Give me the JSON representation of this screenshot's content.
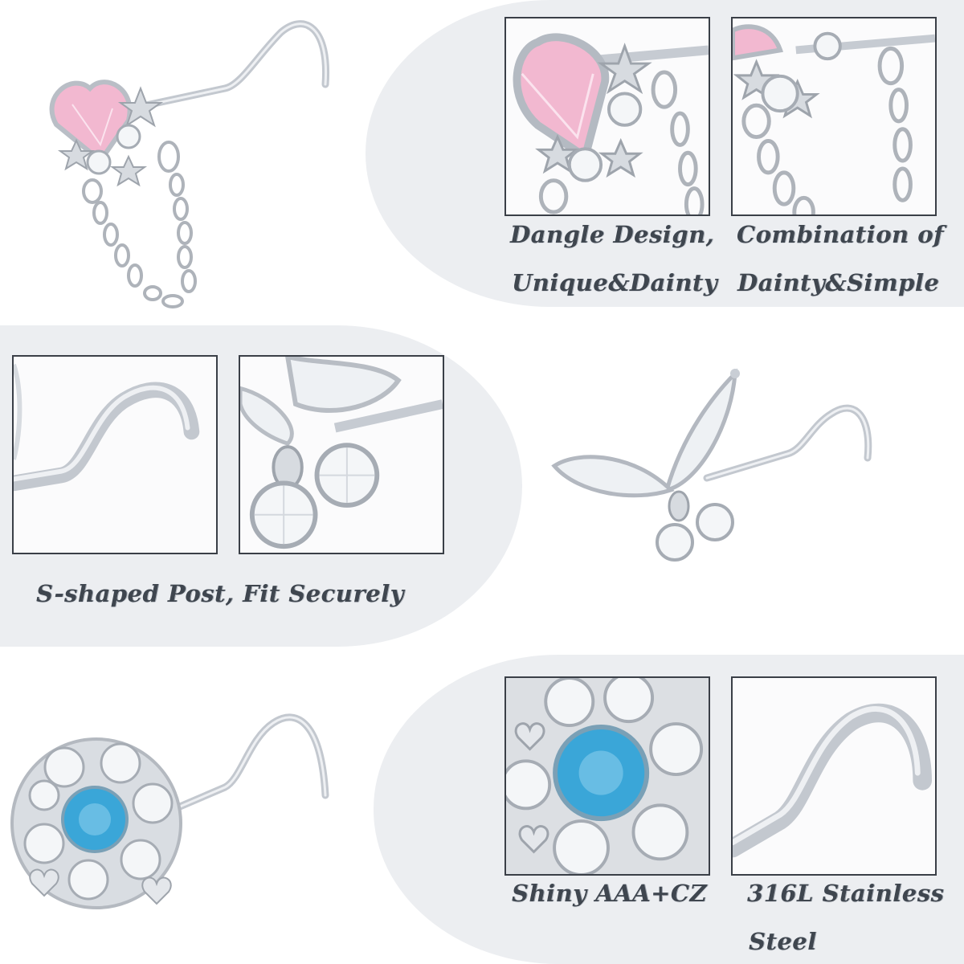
{
  "captions": {
    "dangle_line1": "Dangle Design,",
    "dangle_line2": "Unique&Dainty",
    "combo_line1": "Combination of",
    "combo_line2": "Dainty&Simple",
    "post": "S-shaped Post, Fit Securely",
    "cz": "Shiny AAA+CZ",
    "steel_line1": "316L Stainless",
    "steel_line2": "Steel"
  },
  "colors": {
    "panel_background": "#eceef1",
    "caption_text": "#3f464f",
    "frame_border": "#3a3f47",
    "silver": "#c9ced5",
    "pink_gem": "#f2b8d0",
    "blue_gem": "#3aa6d8",
    "clear_gem": "#f4f6f8"
  }
}
